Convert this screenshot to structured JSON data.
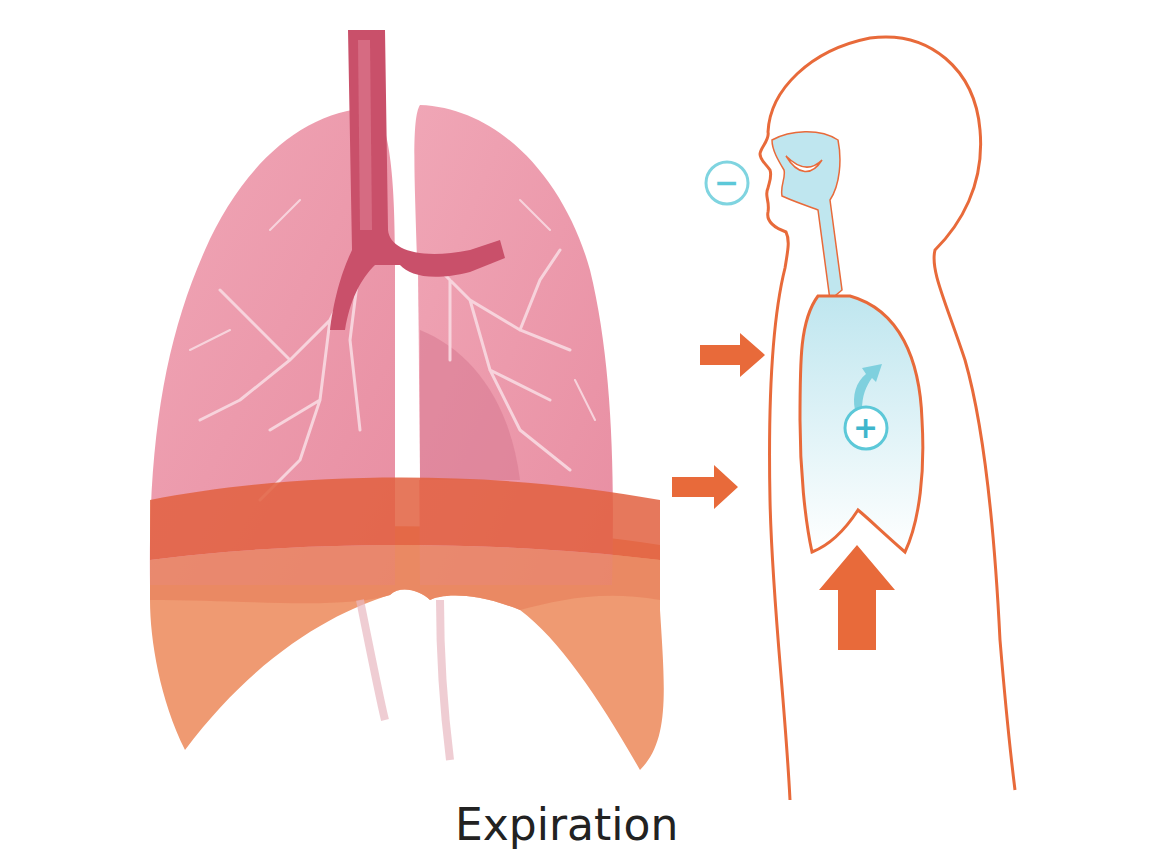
{
  "diagram": {
    "caption": "Expiration",
    "labels": [
      "−",
      "+"
    ]
  }
}
